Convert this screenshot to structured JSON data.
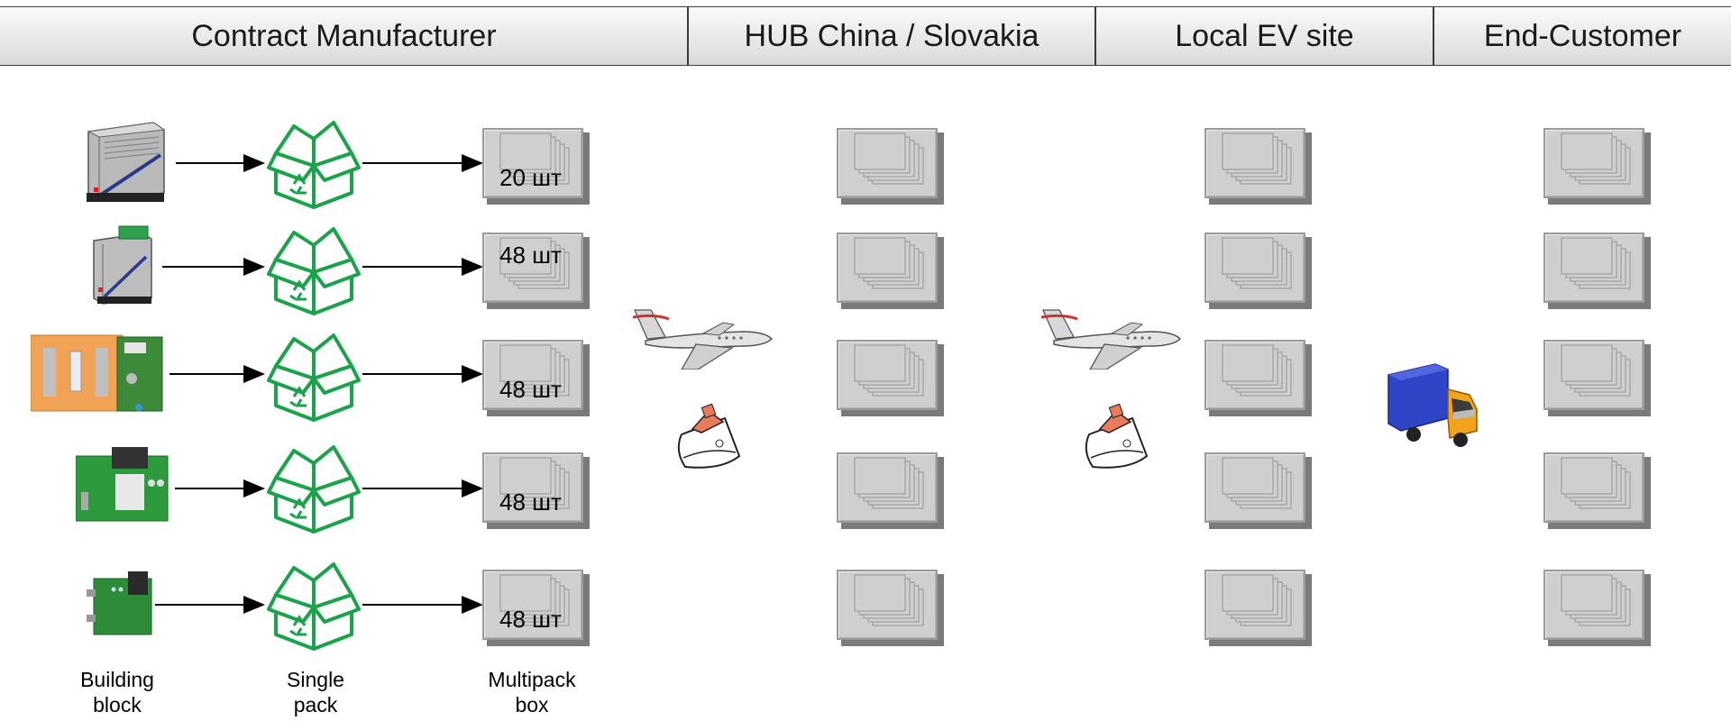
{
  "header": {
    "columns": [
      {
        "label": "Contract Manufacturer"
      },
      {
        "label": "HUB China / Slovakia"
      },
      {
        "label": "Local EV site"
      },
      {
        "label": "End-Customer"
      }
    ]
  },
  "rows": [
    {
      "qty": "20 шт"
    },
    {
      "qty": "48 шт"
    },
    {
      "qty": "48 шт"
    },
    {
      "qty": "48 шт"
    },
    {
      "qty": "48 шт"
    }
  ],
  "captions": {
    "building_block": "Building\nblock",
    "single_pack": "Single\npack",
    "multipack_box": "Multipack\nbox"
  },
  "icons": {
    "single_pack": "recycle-box-icon",
    "air": "airplane-icon",
    "sea": "ship-icon",
    "road": "truck-icon"
  },
  "colors": {
    "pack_green": "#1aa34a",
    "box_gray": "#cfcfcf",
    "truck_blue": "#2f45c8",
    "truck_cab": "#f2a31a"
  }
}
